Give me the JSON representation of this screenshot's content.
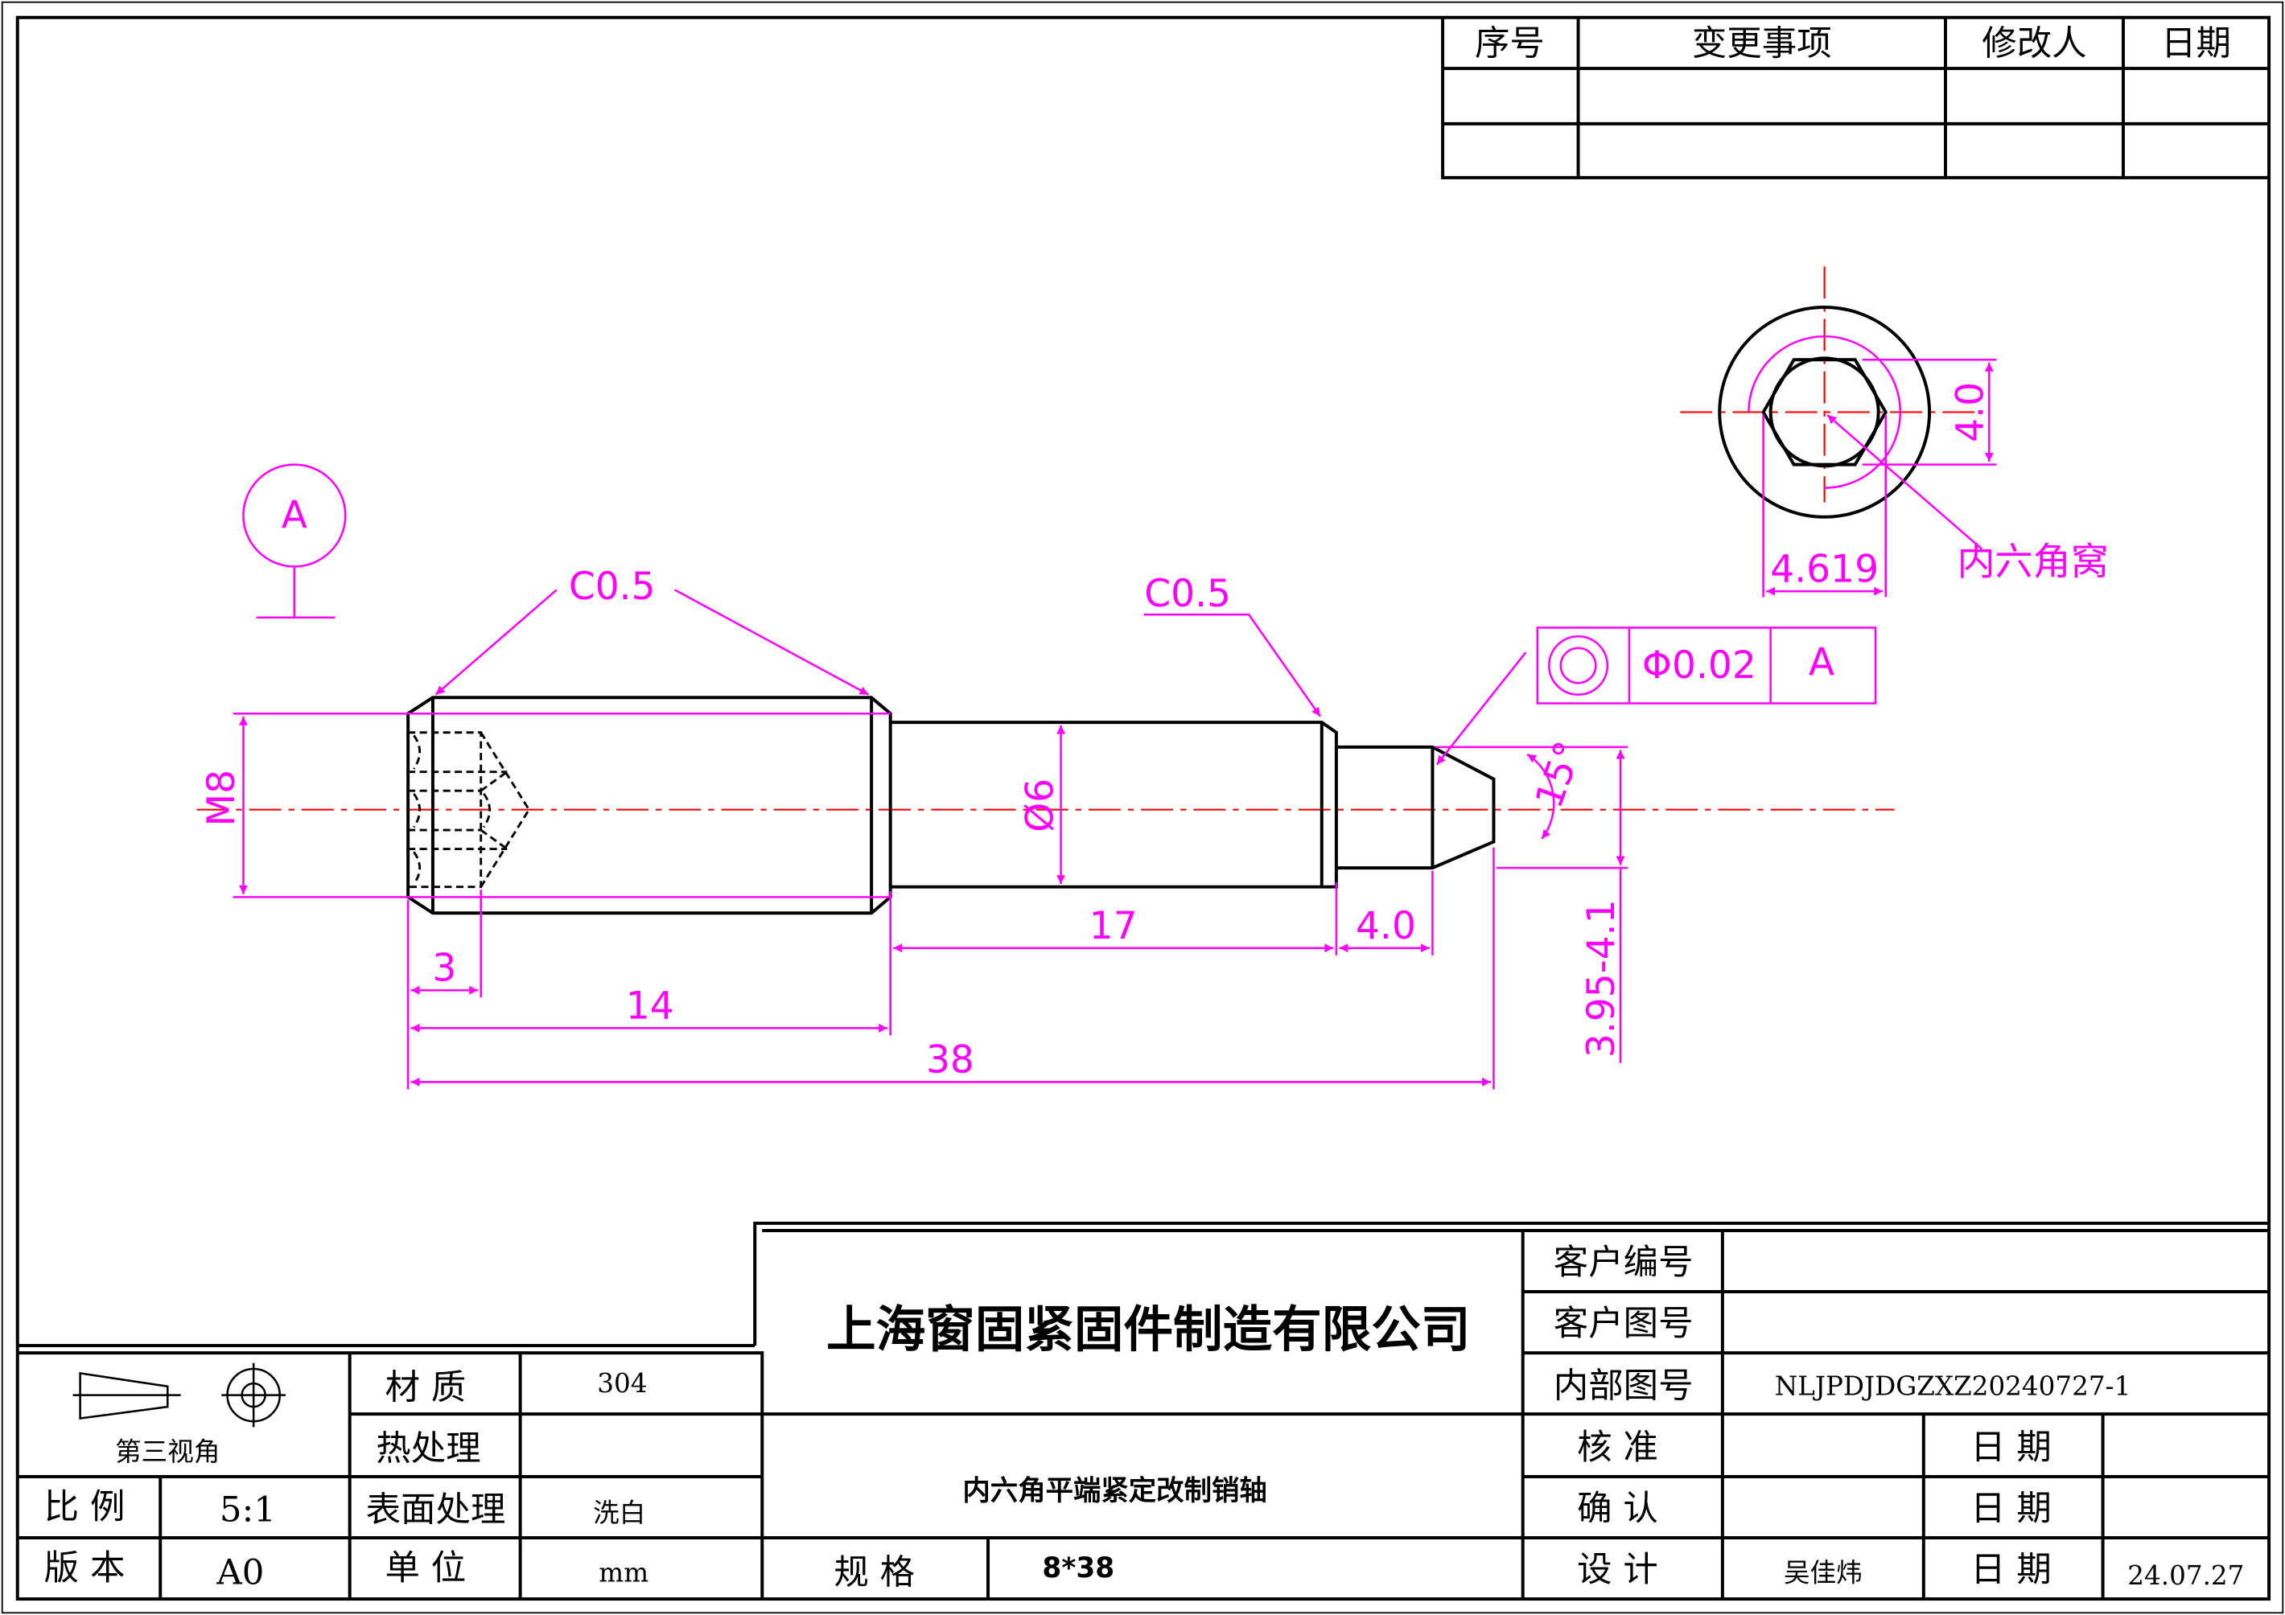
{
  "revision_table": {
    "headers": [
      "序号",
      "变更事项",
      "修改人",
      "日期"
    ]
  },
  "drawing": {
    "datum_label": "A",
    "chamfer_left": "C0.5",
    "chamfer_right": "C0.5",
    "dim_m8": "M8",
    "dim_d6": "Ø6",
    "dim_3": "3",
    "dim_14": "14",
    "dim_38": "38",
    "dim_17": "17",
    "dim_4": "4.0",
    "dim_tip": "3.95-4.1",
    "angle": "15°",
    "gdt": {
      "tolerance": "Φ0.02",
      "datum": "A"
    },
    "end_view": {
      "dim_height": "4.0",
      "dim_width": "4.619",
      "note": "内六角窝"
    }
  },
  "title_block": {
    "projection_label": "第三视角",
    "material_label": "材 质",
    "material_value": "304",
    "heat_label": "热处理",
    "heat_value": "",
    "scale_label": "比 例",
    "scale_value": "5:1",
    "surface_label": "表面处理",
    "surface_value": "洗白",
    "version_label": "版 本",
    "version_value": "A0",
    "unit_label": "单 位",
    "unit_value": "mm",
    "company": "上海窗固紧固件制造有限公司",
    "part_name": "内六角平端紧定改制销轴",
    "spec_label": "规 格",
    "spec_value": "8*38",
    "customer_no_label": "客户编号",
    "customer_drawing_label": "客户图号",
    "internal_drawing_label": "内部图号",
    "internal_drawing_value": "NLJPDJDGZXZ20240727-1",
    "approve_label": "核 准",
    "confirm_label": "确 认",
    "design_label": "设 计",
    "date_label": "日 期",
    "designer": "吴佳炜",
    "design_date": "24.07.27"
  },
  "colors": {
    "dimension": "#ff00ff",
    "centerline": "#ff0000",
    "outline": "#000000"
  }
}
